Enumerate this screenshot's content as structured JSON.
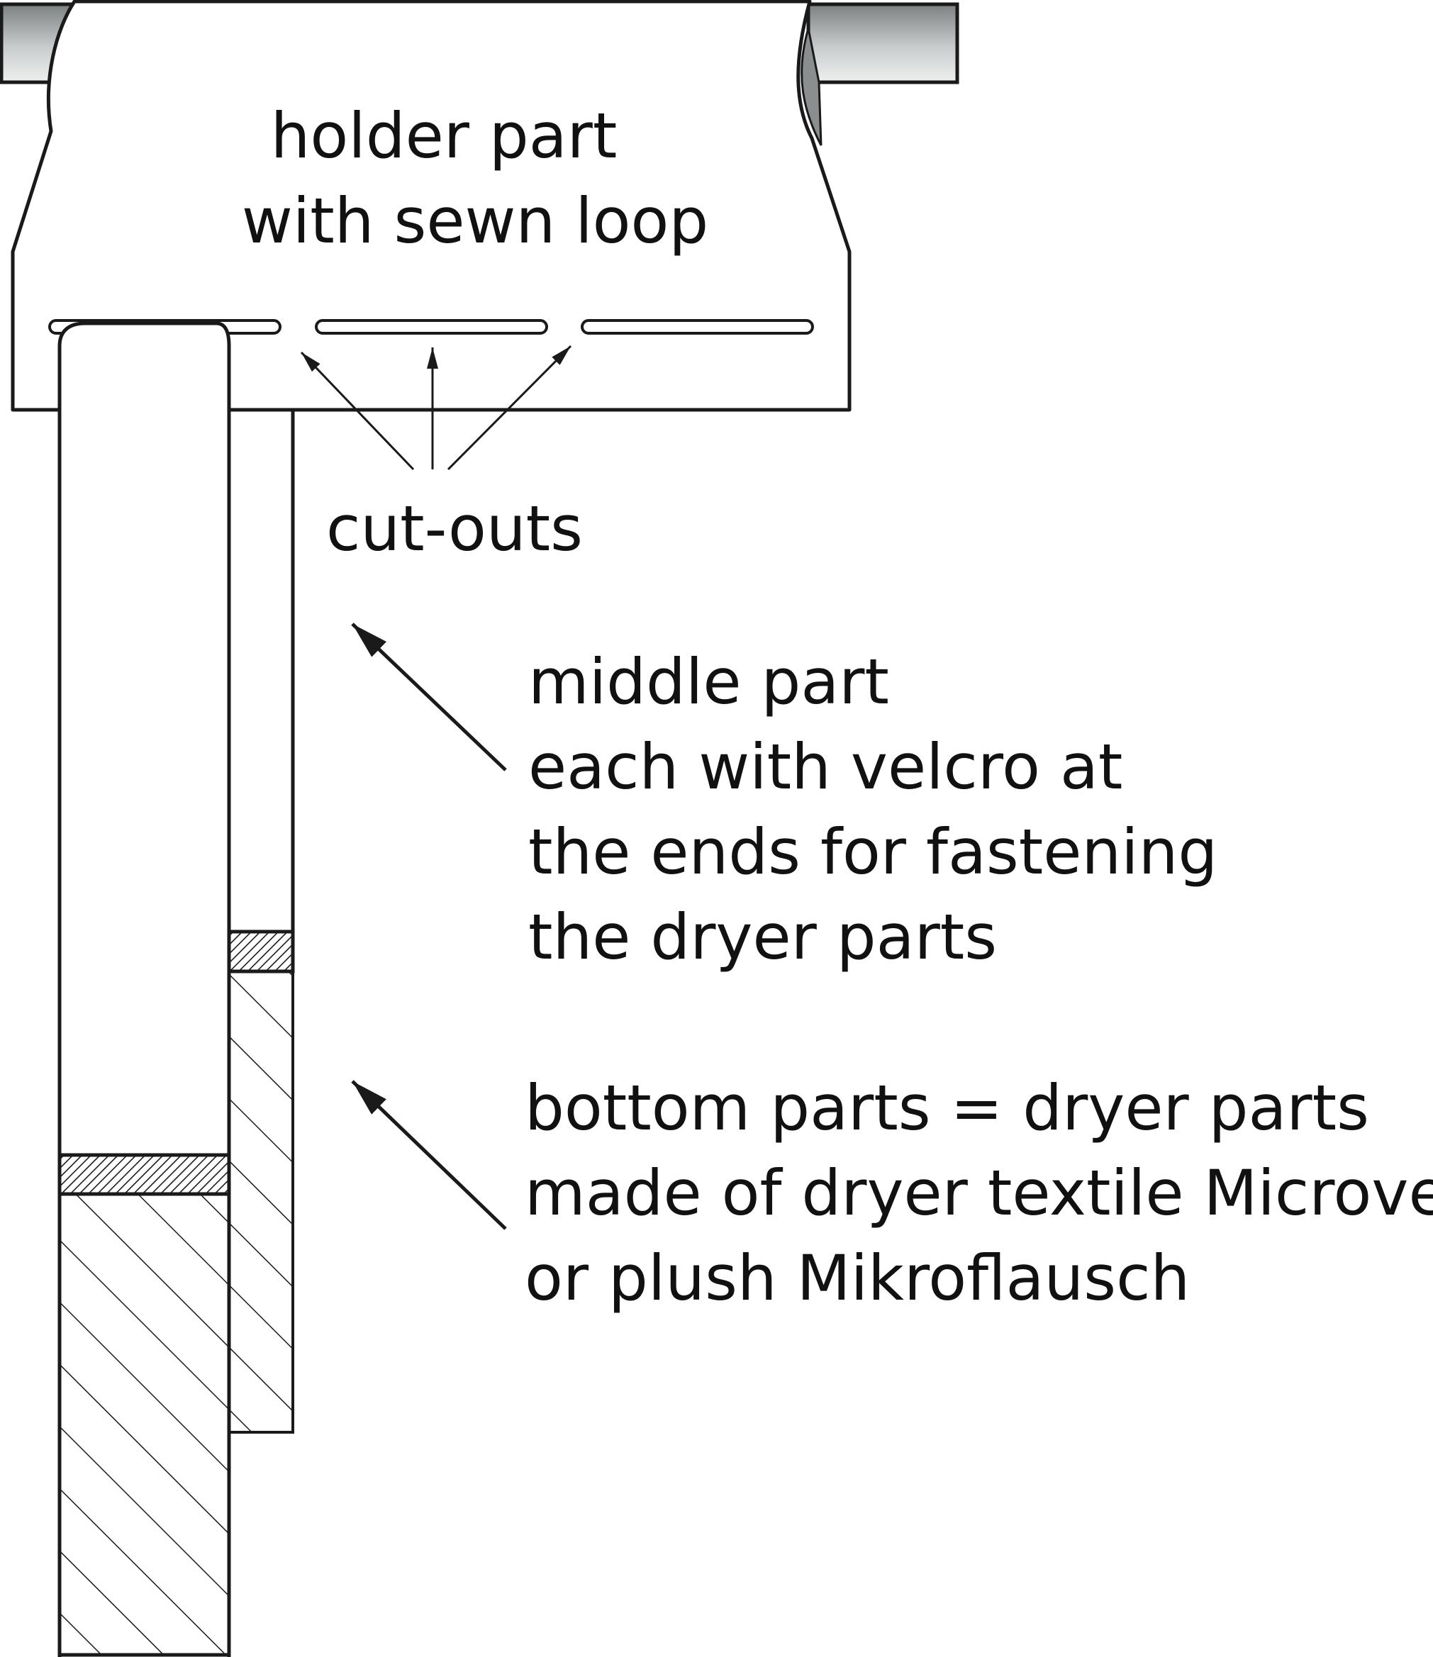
{
  "labels": {
    "holder": [
      "holder part",
      "with sewn loop"
    ],
    "cutouts": "cut-outs",
    "middle": [
      "middle part",
      "each with velcro at",
      "the ends for fastening",
      "the dryer parts"
    ],
    "bottom": [
      "bottom parts = dryer parts",
      "made of dryer textile Microvel®",
      "or plush Mikroflausch"
    ]
  },
  "colors": {
    "line": "#1a1a1a",
    "rod_dark": "#7c8080",
    "rod_light": "#e6e8e8",
    "background": "#ffffff"
  }
}
